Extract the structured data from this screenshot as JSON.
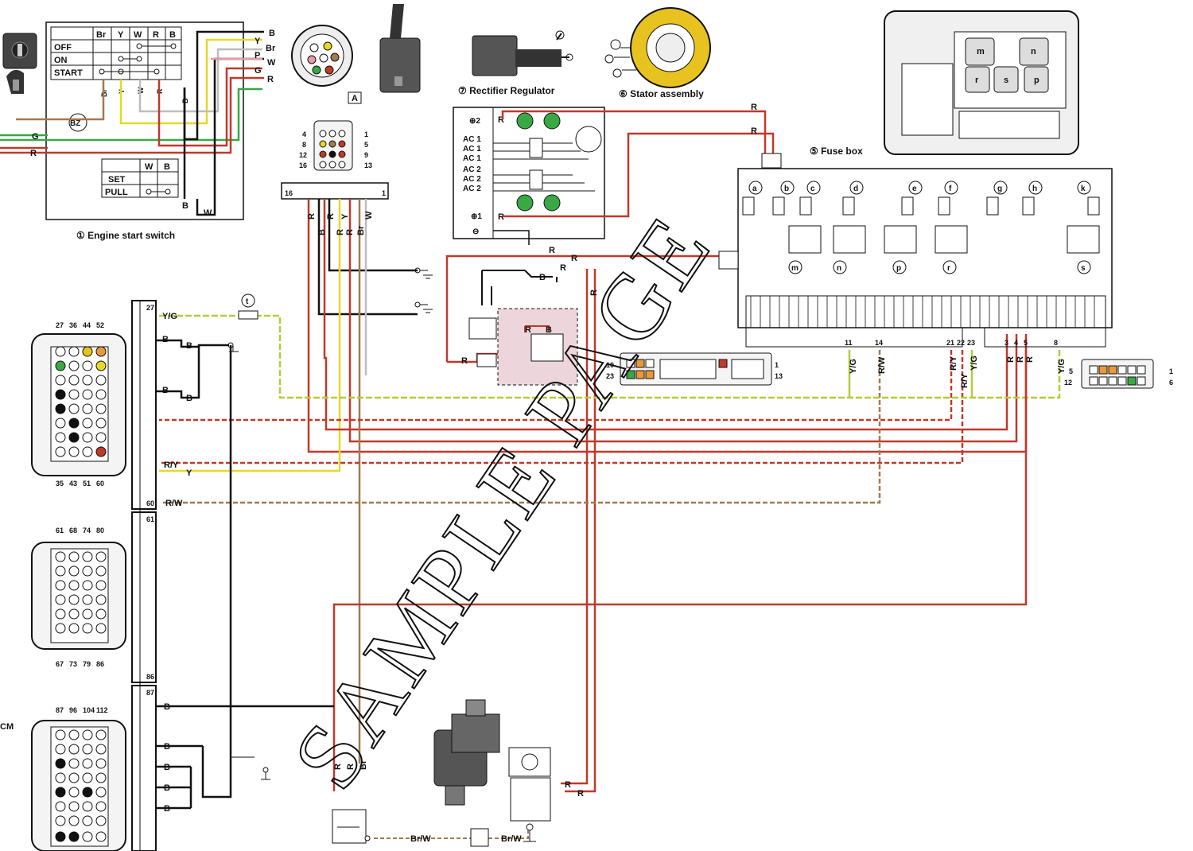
{
  "colors": {
    "black_wire": "#111111",
    "red_wire": "#c0392b",
    "yellow_wire": "#e6d829",
    "white_wire": "#bdbdbd",
    "brown_wire": "#a47851",
    "green_wire": "#39a845",
    "pink_wire": "#e89aa8",
    "yellow_green_wire": "#b7c93a",
    "stator_yellow": "#e8c320",
    "battery_box_fill": "#ecd6dc"
  },
  "components": {
    "engine_start_switch": "① Engine start switch",
    "rectifier_regulator": "⑦ Rectifier Regulator",
    "stator_assembly": "⑥ Stator assembly",
    "fuse_box": "⑤ Fuse box",
    "connector_a_label": "A",
    "ecm_label": "CM"
  },
  "switch_table": {
    "columns": [
      "Br",
      "Y",
      "W",
      "R",
      "B"
    ],
    "rows": [
      "OFF",
      "ON",
      "START"
    ],
    "pull_table": {
      "columns": [
        "W",
        "B"
      ],
      "rows": [
        "SET",
        "PULL"
      ]
    },
    "buzzer": "BZ"
  },
  "wire_labels": {
    "B": "B",
    "Y": "Y",
    "Br": "Br",
    "P": "P",
    "W": "W",
    "G": "G",
    "R": "R",
    "YG": "Y/G",
    "RY": "R/Y",
    "RW": "R/W",
    "BrW": "Br/W",
    "t_marker": "t"
  },
  "regulator_pins": [
    "⊕2",
    "AC 1",
    "AC 1",
    "AC 1",
    "AC 2",
    "AC 2",
    "AC 2",
    "⊕1",
    "⊖"
  ],
  "connector_16": {
    "pins_left": [
      "4",
      "8",
      "12",
      "16"
    ],
    "pins_right": [
      "1",
      "5",
      "9",
      "13"
    ],
    "bar_left": "16",
    "bar_right": "1",
    "wires": [
      "R",
      "B",
      "R",
      "R",
      "Y",
      "R",
      "Br",
      "W"
    ]
  },
  "fuse_letters": [
    "a",
    "b",
    "c",
    "d",
    "e",
    "f",
    "g",
    "h",
    "k"
  ],
  "relay_letters": [
    "m",
    "n",
    "p",
    "r",
    "s"
  ],
  "fuse_box_pins": [
    "11",
    "14",
    "21",
    "22",
    "23",
    "3",
    "4",
    "5",
    "8"
  ],
  "fuse_box_pin_wires": [
    "Y/G",
    "R/W",
    "R/Y",
    "R/Y",
    "Y/G",
    "R",
    "R",
    "R",
    "Y/G"
  ],
  "connector_23": {
    "left_top": "10",
    "left_bottom": "23",
    "right_top": "1",
    "right_bottom": "13"
  },
  "connector_12": {
    "left_top": "5",
    "left_bottom": "12",
    "right_top": "1",
    "right_bottom": "6"
  },
  "ecm_connectors": [
    {
      "top_pins": [
        "27",
        "36",
        "44",
        "52"
      ],
      "bottom_pins": [
        "35",
        "43",
        "51",
        "60"
      ],
      "range_start": "27",
      "range_end": "60"
    },
    {
      "top_pins": [
        "61",
        "68",
        "74",
        "80"
      ],
      "bottom_pins": [
        "67",
        "73",
        "79",
        "86"
      ],
      "range_start": "61",
      "range_end": "86"
    },
    {
      "top_pins": [
        "87",
        "96",
        "104",
        "112"
      ],
      "bottom_pins": [],
      "range_start": "87",
      "range_end": ""
    }
  ],
  "watermark": "SAMPLE PAGE"
}
